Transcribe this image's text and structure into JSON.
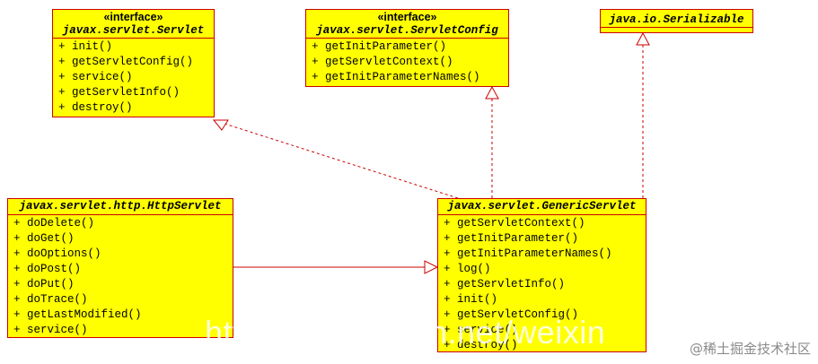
{
  "diagram": {
    "colors": {
      "box_fill": "#ffff00",
      "box_border": "#cc0000",
      "connector": "#cc0000"
    },
    "classes": {
      "servlet": {
        "stereotype": "«interface»",
        "name": "javax.servlet.Servlet",
        "members": [
          "+ init()",
          "+ getServletConfig()",
          "+ service()",
          "+ getServletInfo()",
          "+ destroy()"
        ]
      },
      "servlet_config": {
        "stereotype": "«interface»",
        "name": "javax.servlet.ServletConfig",
        "members": [
          "+ getInitParameter()",
          "+ getServletContext()",
          "+ getInitParameterNames()"
        ]
      },
      "serializable": {
        "name": "java.io.Serializable",
        "members": []
      },
      "http_servlet": {
        "name": "javax.servlet.http.HttpServlet",
        "members": [
          "+ doDelete()",
          "+ doGet()",
          "+ doOptions()",
          "+ doPost()",
          "+ doPut()",
          "+ doTrace()",
          "+ getLastModified()",
          "+ service()"
        ]
      },
      "generic_servlet": {
        "name": "javax.servlet.GenericServlet",
        "members": [
          "+ getServletContext()",
          "+ getInitParameter()",
          "+ getInitParameterNames()",
          "+ log()",
          "+ getServletInfo()",
          "+ init()",
          "+ getServletConfig()",
          "+ service()",
          "+ destroy()"
        ]
      }
    },
    "relations": [
      {
        "from": "generic_servlet",
        "to": "servlet",
        "kind": "realization"
      },
      {
        "from": "generic_servlet",
        "to": "servlet_config",
        "kind": "realization"
      },
      {
        "from": "generic_servlet",
        "to": "serializable",
        "kind": "realization"
      },
      {
        "from": "http_servlet",
        "to": "generic_servlet",
        "kind": "generalization"
      }
    ]
  },
  "watermarks": {
    "url_fragment": "https://blog.csdn.net/weixin",
    "source": "@稀土掘金技术社区"
  }
}
